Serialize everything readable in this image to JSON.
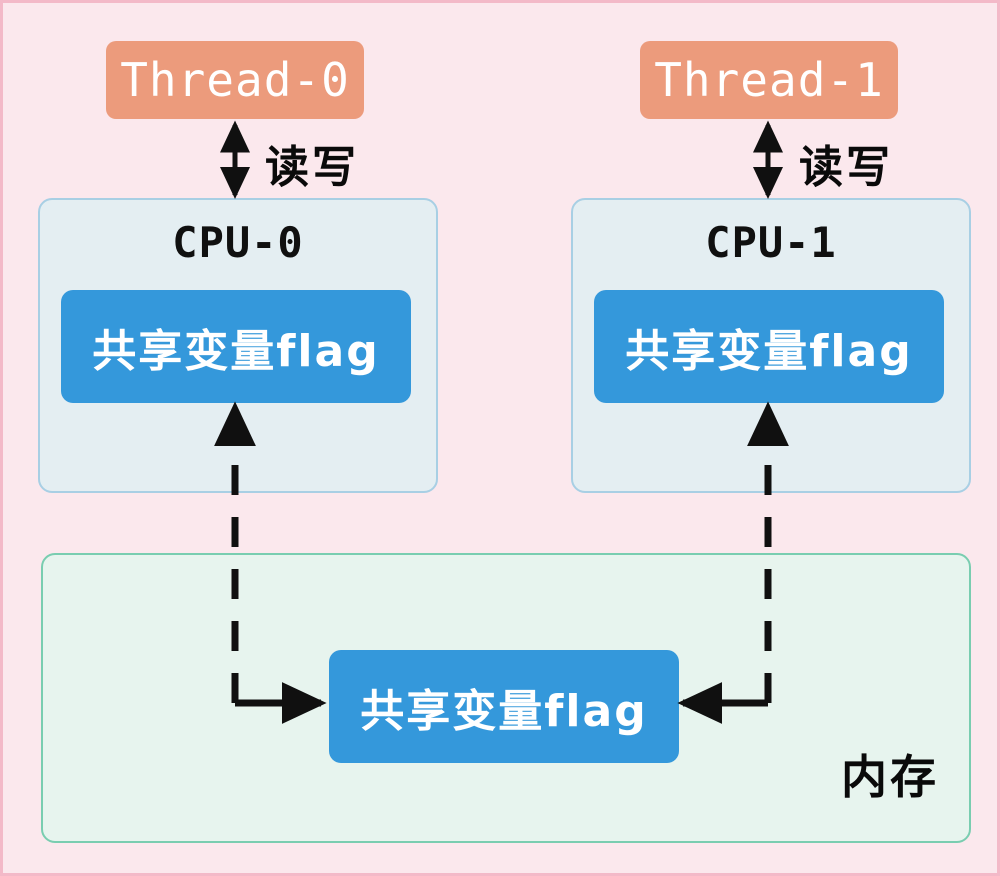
{
  "diagram": {
    "title": "Java Memory Model shared variable flag visibility diagram",
    "background_color": "#fbe8ed",
    "border_color": "#f3b9c8"
  },
  "threads": [
    {
      "label": "Thread-0",
      "color": "#ec9b7c"
    },
    {
      "label": "Thread-1",
      "color": "#ec9b7c"
    }
  ],
  "rw_labels": [
    {
      "text": "读写"
    },
    {
      "text": "读写"
    }
  ],
  "cpus": [
    {
      "label": "CPU-0",
      "cache_label": "共享变量flag",
      "fill": "#e4eef2",
      "border": "#a8cfe4",
      "cache_fill": "#3498db"
    },
    {
      "label": "CPU-1",
      "cache_label": "共享变量flag",
      "fill": "#e4eef2",
      "border": "#a8cfe4",
      "cache_fill": "#3498db"
    }
  ],
  "memory": {
    "label": "内存",
    "variable_label": "共享变量flag",
    "fill": "#e7f4ee",
    "border": "#79cdb0",
    "variable_fill": "#3498db"
  },
  "arrows": {
    "thread_cpu_style": "double-headed-solid",
    "memory_to_cache_left_style": "dashed-up",
    "memory_to_cache_right_style": "dashed-up",
    "memory_in_left_style": "solid-right",
    "memory_in_right_style": "solid-left",
    "color": "#101010"
  }
}
